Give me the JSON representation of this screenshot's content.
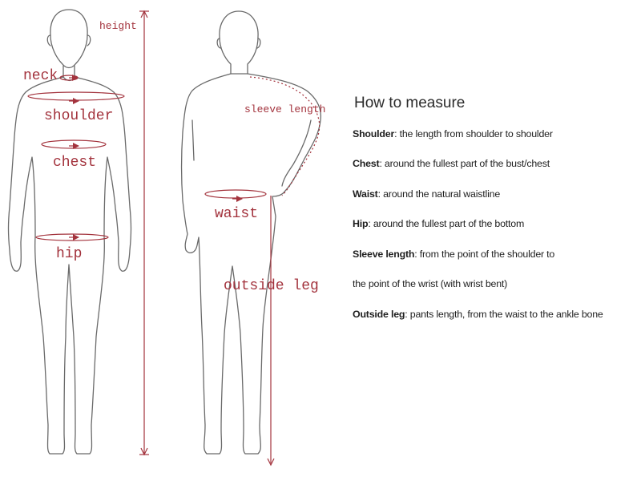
{
  "labels": {
    "height": "height",
    "neck": "neck",
    "shoulder": "shoulder",
    "chest": "chest",
    "hip": "hip",
    "sleeve_length": "sleeve length",
    "waist": "waist",
    "outside_leg": "outside leg"
  },
  "guide": {
    "title": "How to measure",
    "rows": [
      {
        "term": "Shoulder",
        "desc": ": the length from shoulder to shoulder"
      },
      {
        "term": "Chest",
        "desc": ": around the fullest part of the bust/chest"
      },
      {
        "term": "Waist",
        "desc": ": around the natural waistline"
      },
      {
        "term": "Hip",
        "desc": ": around the fullest part of the bottom"
      },
      {
        "term": "Sleeve length",
        "desc": ": from the point of the shoulder to"
      },
      {
        "term": "",
        "desc": "the point of the wrist (with wrist bent)"
      },
      {
        "term": "Outside leg",
        "desc": ": pants length, from the waist to the ankle bone"
      }
    ]
  },
  "colors": {
    "measure": "#a3333d",
    "outline": "#6a6a6a",
    "text": "#1e1e1e"
  }
}
